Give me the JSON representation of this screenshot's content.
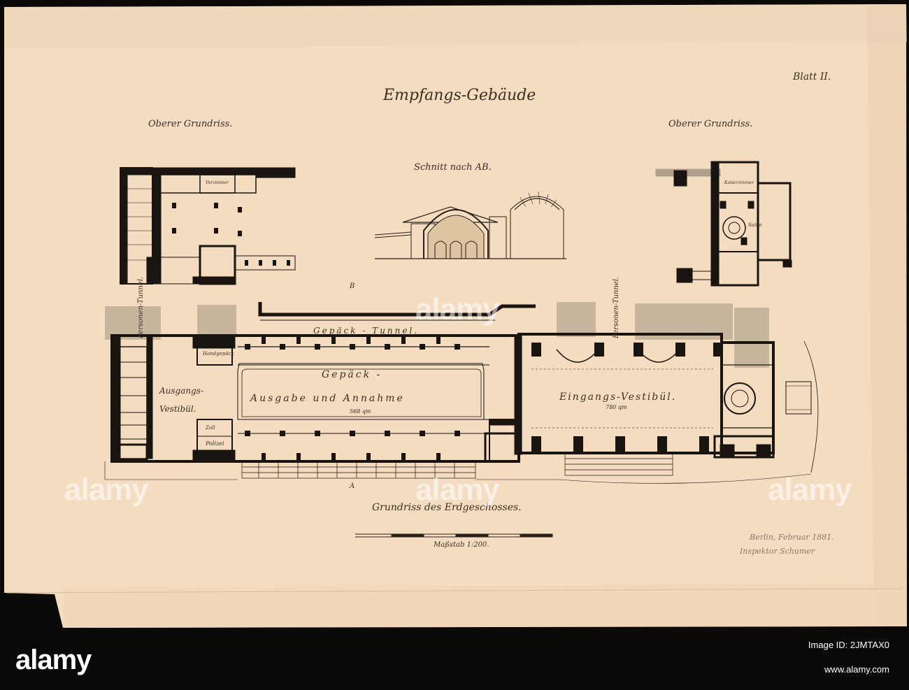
{
  "sheet": {
    "title": "Empfangs-Gebäude",
    "sheet_number": "Blatt II.",
    "upper_plan_left_label": "Oberer Grundriss.",
    "upper_plan_right_label": "Oberer Grundriss.",
    "section_label": "Schnitt nach AB.",
    "ground_plan_label": "Grundriss des Erdgeschosses.",
    "scale_label": "Maßstab 1:200.",
    "signature_line1": "Berlin, Februar 1881.",
    "signature_line2": "Inspektor Schumer",
    "section_mark_a": "A",
    "section_mark_b": "B"
  },
  "rooms": {
    "gepaeck_tunnel": "Gepäck - Tunnel.",
    "gepaeck": "Gepäck -",
    "ausgabe_annahme": "Ausgabe    und    Annahme",
    "eingangs_vestibuel": "Eingangs-Vestibül.",
    "ausgangs_vestibuel": "Ausgangs-\nVestibül.",
    "personen_tunnel_left": "Personen-Tunnel.",
    "personen_tunnel_right": "Personen-Tunnel.",
    "handgepaeck": "Handgepäck",
    "polizei": "Polizei",
    "zoll": "Zoll",
    "kaiserzimmer": "Kaiserzimmer",
    "salon": "Salon",
    "vorzimmer": "Vorzimmer",
    "vestibuel_area": "780 qm",
    "gepaeck_area": "568 qm"
  },
  "colors": {
    "paper": "#f3dcc0",
    "ink": "#1a1410",
    "footer_bg": "#0c0a08"
  },
  "watermark": {
    "text": "alamy"
  },
  "footer": {
    "logo": "alamy",
    "image_id_label": "Image ID: 2JMTAX0",
    "url": "www.alamy.com"
  }
}
